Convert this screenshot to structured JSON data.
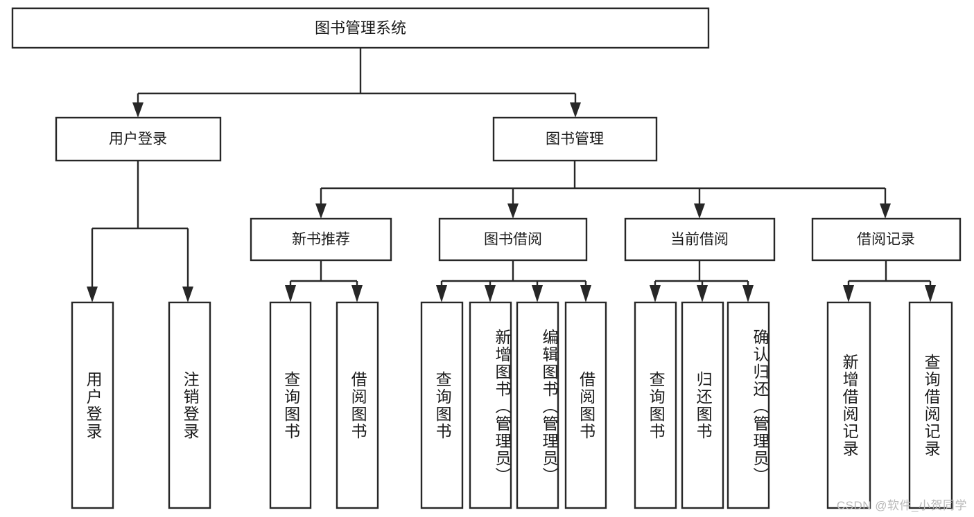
{
  "diagram": {
    "title": "图书管理系统",
    "type": "tree-hierarchy",
    "watermark": "CSDN @软件_小贺同学",
    "root": {
      "label": "图书管理系统"
    },
    "level2": [
      {
        "label": "用户登录"
      },
      {
        "label": "图书管理"
      }
    ],
    "level3": [
      {
        "label": "新书推荐"
      },
      {
        "label": "图书借阅"
      },
      {
        "label": "当前借阅"
      },
      {
        "label": "借阅记录"
      }
    ],
    "leaves": {
      "user_login": [
        {
          "label": "用户登录"
        },
        {
          "label": "注销登录"
        }
      ],
      "new_book_recommend": [
        {
          "label": "查询图书"
        },
        {
          "label": "借阅图书"
        }
      ],
      "book_borrow": [
        {
          "label": "查询图书"
        },
        {
          "label": "新增图书（管理员）"
        },
        {
          "label": "编辑图书（管理员）"
        },
        {
          "label": "借阅图书"
        }
      ],
      "current_borrow": [
        {
          "label": "查询图书"
        },
        {
          "label": "归还图书"
        },
        {
          "label": "确认归还（管理员）"
        }
      ],
      "borrow_record": [
        {
          "label": "新增借阅记录"
        },
        {
          "label": "查询借阅记录"
        }
      ]
    },
    "colors": {
      "stroke": "#272727",
      "fill": "#ffffff",
      "text": "#1b1b1b",
      "watermark": "#b9b9b9"
    }
  }
}
